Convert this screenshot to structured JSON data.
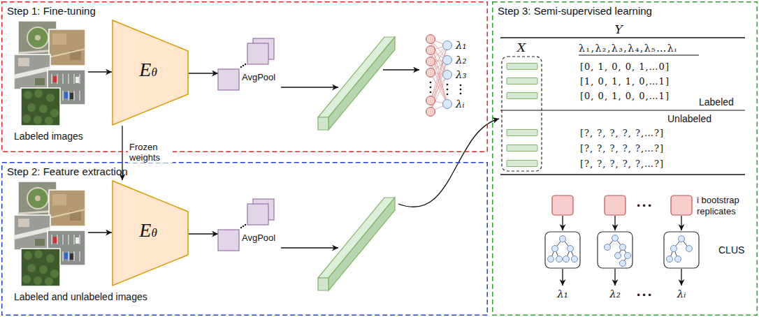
{
  "diagram": {
    "nodes": [
      {
        "text": [
          "Step 1: Fine-tuning"
        ]
      },
      {
        "text": [
          "Labeled images"
        ],
        "in": 0
      },
      {
        "text": [
          "Eθ"
        ],
        "in": 0
      },
      {
        "text": [
          "AvgPool"
        ],
        "in": 0
      },
      {
        "text": [
          "λ₁",
          "λ₂",
          "λ₃",
          "λᵢ"
        ],
        "in": 0
      },
      {
        "text": [
          "Step 2: Feature extraction"
        ]
      },
      {
        "text": [
          "Labeled and unlabeled images"
        ],
        "in": 5
      },
      {
        "text": [
          "Eθ"
        ],
        "in": 5
      },
      {
        "text": [
          "AvgPool"
        ],
        "in": 5
      },
      {
        "text": [
          "Step 3: Semi-supervised learning"
        ]
      }
    ],
    "edges": [
      {
        "from": 1,
        "to": 2,
        "arrow": "to"
      },
      {
        "from": 2,
        "to": 3,
        "arrow": "to"
      },
      {
        "from": 2,
        "to": 7,
        "label": "Frozen weights",
        "arrow": "to"
      },
      {
        "from": 6,
        "to": 7,
        "arrow": "to"
      },
      {
        "from": 7,
        "to": 8,
        "arrow": "to"
      }
    ],
    "labels": [
      "Y",
      "X",
      "λ₁,λ₂,λ₃,λ₄,λ₅…λᵢ",
      "[0, 1, 0, 0, 1,…0]",
      "[1, 0, 1, 1, 0,…1]",
      "[0, 0, 1, 0, 0,…1]",
      "Labeled",
      "Unlabeled",
      "[?, ?, ?, ?, ?,…?]",
      "[?, ?, ?, ?, ?,…?]",
      "[?, ?, ?, ?, ?,…?]",
      "•••",
      "i bootstrap replicates",
      "CLUS",
      "λ₁",
      "λ₂",
      "•••",
      "λᵢ"
    ]
  }
}
